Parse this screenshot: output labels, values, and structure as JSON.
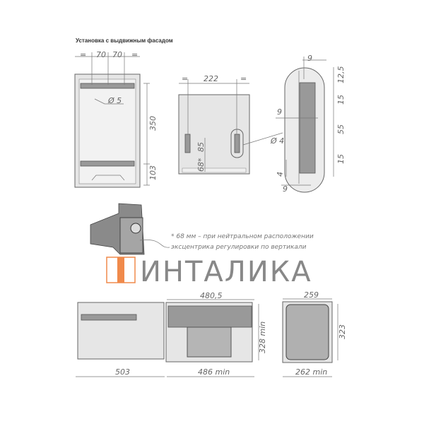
{
  "title": "Установка с выдвижным фасадом",
  "front_view": {
    "dims": [
      "=",
      "70",
      "70",
      "=",
      "Ø 5",
      "350",
      "103"
    ]
  },
  "side_view": {
    "dims": [
      "=",
      "222",
      "=",
      "85",
      "68*"
    ]
  },
  "detail_view": {
    "dims": [
      "9",
      "12,5",
      "15",
      "9",
      "55",
      "Ø 4",
      "15",
      "4",
      "9"
    ]
  },
  "note": {
    "line1": "* 68 мм – при нейтральном расположении",
    "line2": "эксцентрика регулировки по вертикали"
  },
  "logo": {
    "text": "ИНТАЛИКА",
    "accent": "#f08a4b"
  },
  "bottom_views": {
    "width_top": "480,5",
    "depth_right": "259",
    "height_min": "328 min",
    "height_right": "323",
    "extended": "503",
    "cabinet_min": "486 min",
    "width_min": "262 min"
  }
}
